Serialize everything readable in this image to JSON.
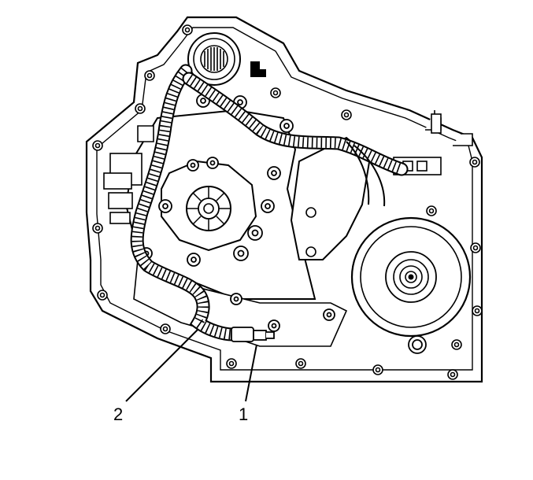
{
  "diagram": {
    "callouts": [
      {
        "id": "callout-1",
        "label": "1"
      },
      {
        "id": "callout-2",
        "label": "2"
      }
    ],
    "colors": {
      "line": "#000000",
      "background": "#ffffff"
    }
  }
}
